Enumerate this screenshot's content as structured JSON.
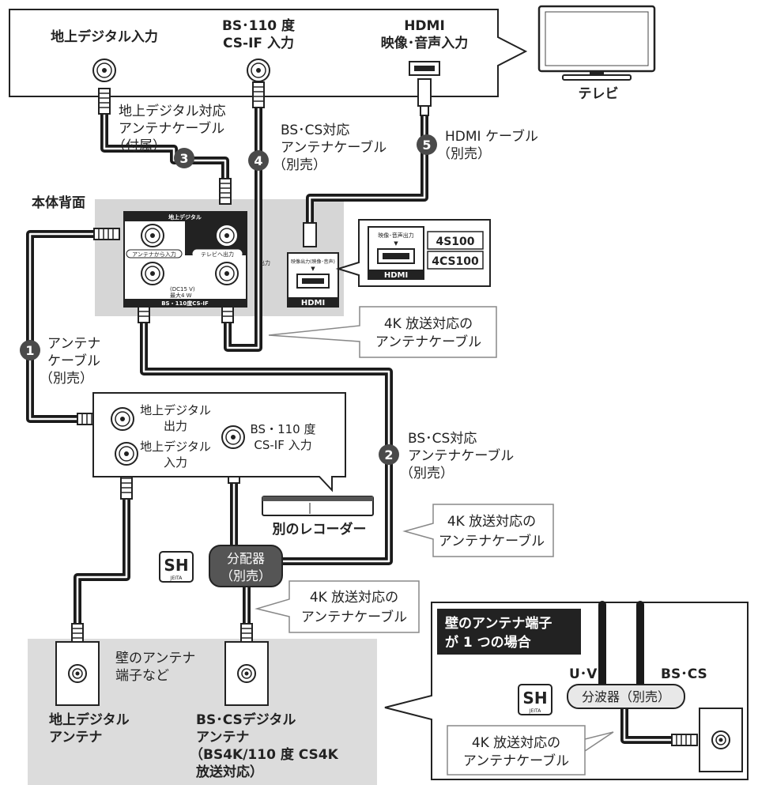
{
  "tv": {
    "input_terrestrial": "地上デジタル入力",
    "input_bs_line1": "BS･110 度",
    "input_bs_line2": "CS-IF 入力",
    "input_hdmi_line1": "HDMI",
    "input_hdmi_line2": "映像･音声入力",
    "tv_label": "テレビ"
  },
  "cables": {
    "c3_line1": "地上デジタル対応",
    "c3_line2": "アンテナケーブル",
    "c3_line3": "（付属）",
    "c4_line1": "BS･CS対応",
    "c4_line2": "アンテナケーブル",
    "c4_line3": "（別売）",
    "c5_line1": "HDMI ケーブル",
    "c5_line2": "（別売）",
    "c1_line1": "アンテナ",
    "c1_line2": "ケーブル",
    "c1_line3": "（別売）",
    "c2_line1": "BS･CS対応",
    "c2_line2": "アンテナケーブル",
    "c2_line3": "（別売）"
  },
  "steps": {
    "s1": "1",
    "s2": "2",
    "s3": "3",
    "s4": "4",
    "s5": "5"
  },
  "unit": {
    "rear_title": "本体背面",
    "panel_terrestrial": "地上デジタル",
    "from_antenna": "アンテナから入力",
    "to_tv": "テレビへ出力",
    "dc_line1": "(DC15 V)",
    "dc_line2": "最大4 W",
    "bs_cs_if": "BS・110度CS-IF",
    "hdmi_out_small": "映像出力(映像･音声)",
    "hdmi_logo": "HDMI",
    "side_label": "出力"
  },
  "model_box": {
    "av_out": "映像･音声出力",
    "arrow": "▼",
    "model1": "4S100",
    "model2": "4CS100",
    "hdmi_logo": "HDMI"
  },
  "callouts": {
    "k4_line1": "4K 放送対応の",
    "k4_line2": "アンテナケーブル"
  },
  "recorder": {
    "out_line1": "地上デジタル",
    "out_line2": "出力",
    "in_line1": "地上デジタル",
    "in_line2": "入力",
    "bs_line1": "BS・110 度",
    "bs_line2": "CS-IF 入力",
    "name": "別のレコーダー"
  },
  "splitter": {
    "line1": "分配器",
    "line2": "（別売）",
    "sh_mark": "SH",
    "jeita": "JEITA"
  },
  "wall": {
    "note_line1": "壁のアンテナ",
    "note_line2": "端子など",
    "terrestrial_line1": "地上デジタル",
    "terrestrial_line2": "アンテナ",
    "bs_line1": "BS･CSデジタル",
    "bs_line2": "アンテナ",
    "bs_line3": "（BS4K/110 度 CS4K",
    "bs_line4": "放送対応）"
  },
  "inset": {
    "title_line1": "壁のアンテナ端子",
    "title_line2": "が 1 つの場合",
    "uv": "U･V",
    "bscs": "BS･CS",
    "diplexer": "分波器（別売）",
    "sh_mark": "SH",
    "jeita": "JEITA"
  },
  "colors": {
    "cable": "#1a1a1a",
    "cable_inner": "#ffffff",
    "badge": "#4a4a4a",
    "panel_gray": "#d6d6d6",
    "wall_gray": "#dcdcdc",
    "splitter": "#555555",
    "callout_border": "#888888"
  }
}
